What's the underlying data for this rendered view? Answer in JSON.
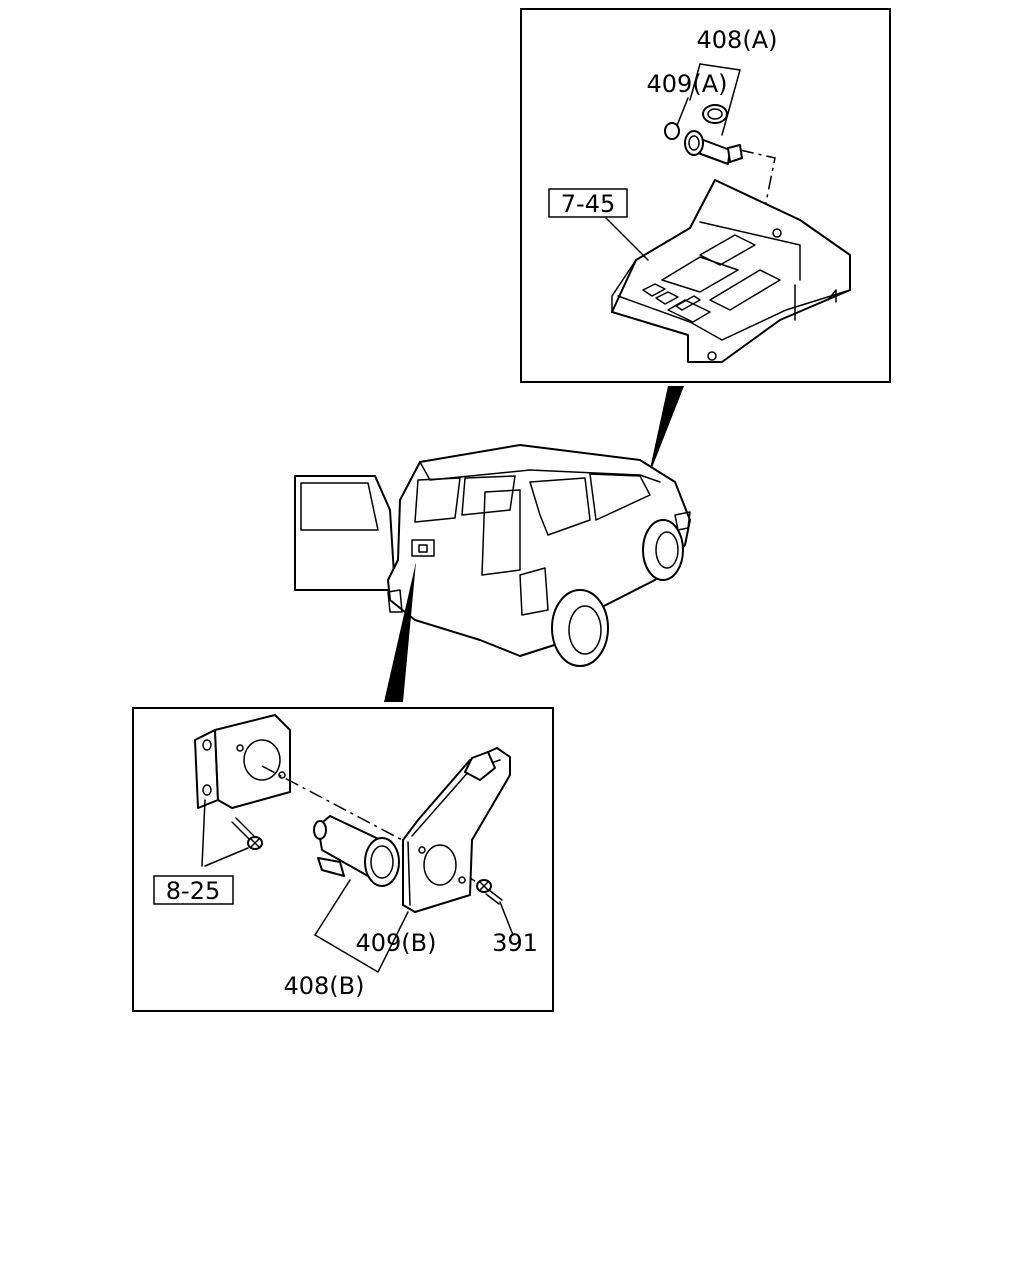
{
  "diagram": {
    "top_callout": {
      "labels": {
        "part_408a": "408(A)",
        "part_409a": "409(A)",
        "ref_7_45": "7-45"
      }
    },
    "bottom_callout": {
      "labels": {
        "ref_8_25": "8-25",
        "part_409b": "409(B)",
        "part_391": "391",
        "part_408b": "408(B)"
      }
    }
  }
}
